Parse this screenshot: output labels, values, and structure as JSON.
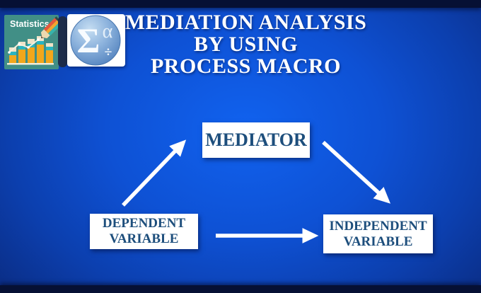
{
  "logos": {
    "statistics": {
      "label": "Statistics"
    },
    "spss": {
      "sigma": "Σ",
      "alpha": "α",
      "divide": "÷"
    }
  },
  "title": {
    "line1": "MEDIATION ANALYSIS",
    "line2": "BY USING",
    "line3": "PROCESS MACRO"
  },
  "diagram": {
    "mediator": {
      "label": "MEDIATOR"
    },
    "dependent": {
      "line1": "DEPENDENT",
      "line2": "VARIABLE"
    },
    "independent": {
      "line1": "INDEPENDENT",
      "line2": "VARIABLE"
    },
    "arrows": [
      {
        "from": "DEPENDENT VARIABLE",
        "to": "MEDIATOR"
      },
      {
        "from": "MEDIATOR",
        "to": "INDEPENDENT VARIABLE"
      },
      {
        "from": "DEPENDENT VARIABLE",
        "to": "INDEPENDENT VARIABLE"
      }
    ]
  },
  "colors": {
    "background_center": "#1162ef",
    "background_edge": "#09235f",
    "letterbox_bar": "#061034",
    "node_background": "#ffffff",
    "node_text": "#1d4e7c",
    "title_text": "#ffffff",
    "arrow": "#ffffff",
    "statistics_teal": "#418f86",
    "spss_circle_blue": "#5e8ec7"
  }
}
